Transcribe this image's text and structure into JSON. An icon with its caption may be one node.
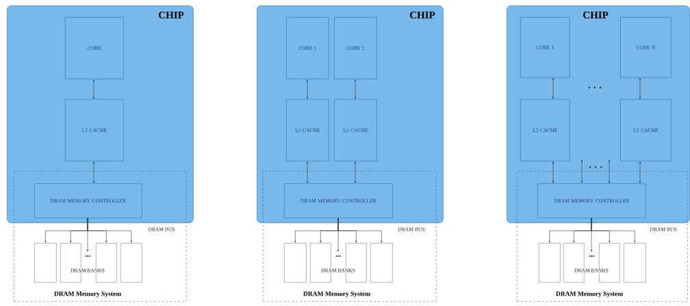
{
  "diagram": {
    "nodes": [
      {
        "text": [
          "CHIP"
        ]
      },
      {
        "text": [
          "CORE"
        ],
        "in": 0
      },
      {
        "text": [
          "L2 CACHE"
        ],
        "in": 0
      },
      {
        "text": [
          "DRAM MEMORY CONTROLLER"
        ]
      },
      {
        "text": [
          "DRAM Memory System"
        ]
      },
      {
        "text": [],
        "shape": "box",
        "in": 4
      },
      {
        "text": [],
        "shape": "box",
        "in": 4
      },
      {
        "text": [],
        "shape": "box",
        "in": 4
      },
      {
        "text": [],
        "shape": "box",
        "in": 4
      },
      {
        "text": [
          "CHIP"
        ]
      },
      {
        "text": [
          "CORE 1"
        ],
        "in": 9
      },
      {
        "text": [
          "CORE 2"
        ],
        "in": 9
      },
      {
        "text": [
          "L2 CACHE"
        ],
        "in": 9
      },
      {
        "text": [
          "L2 CACHE"
        ],
        "in": 9
      },
      {
        "text": [
          "DRAM MEMORY CONTROLLER"
        ]
      },
      {
        "text": [
          "DRAM Memory System"
        ]
      },
      {
        "text": [],
        "shape": "box",
        "in": 15
      },
      {
        "text": [],
        "shape": "box",
        "in": 15
      },
      {
        "text": [],
        "shape": "box",
        "in": 15
      },
      {
        "text": [],
        "shape": "box",
        "in": 15
      },
      {
        "text": [
          "CHIP"
        ]
      },
      {
        "text": [
          "CORE 1"
        ],
        "in": 20
      },
      {
        "text": [
          "CORE N"
        ],
        "in": 20
      },
      {
        "text": [
          "L2 CACHE"
        ],
        "in": 20
      },
      {
        "text": [
          "L2 CACHE"
        ],
        "in": 20
      },
      {
        "text": [
          "DRAM MEMORY CONTROLLER"
        ]
      },
      {
        "text": [
          "DRAM Memory System"
        ]
      },
      {
        "text": [],
        "shape": "box",
        "in": 26
      },
      {
        "text": [],
        "shape": "box",
        "in": 26
      },
      {
        "text": [],
        "shape": "box",
        "in": 26
      },
      {
        "text": [],
        "shape": "box",
        "in": 26
      },
      {
        "text": [
          "..."
        ],
        "in": 4
      },
      {
        "text": [
          "..."
        ],
        "in": 15
      },
      {
        "text": [
          "..."
        ],
        "in": 26
      },
      {
        "text": [
          ". . ."
        ],
        "in": 20
      }
    ],
    "edges": [
      {
        "from": 1,
        "to": 2,
        "arrow": "both"
      },
      {
        "from": 2,
        "to": 3,
        "arrow": "both"
      },
      {
        "from": 3,
        "to": 5,
        "arrow": "to"
      },
      {
        "from": 3,
        "to": 6,
        "arrow": "to"
      },
      {
        "from": 3,
        "to": 7,
        "arrow": "to"
      },
      {
        "from": 3,
        "to": 8,
        "arrow": "to"
      },
      {
        "from": 3,
        "to": 31,
        "arrow": "both"
      },
      {
        "from": 10,
        "to": 12,
        "arrow": "both"
      },
      {
        "from": 11,
        "to": 13,
        "arrow": "both"
      },
      {
        "from": 12,
        "to": 14,
        "arrow": "both"
      },
      {
        "from": 13,
        "to": 14,
        "arrow": "both"
      },
      {
        "from": 14,
        "to": 16,
        "arrow": "to"
      },
      {
        "from": 14,
        "to": 17,
        "arrow": "to"
      },
      {
        "from": 14,
        "to": 18,
        "arrow": "to"
      },
      {
        "from": 14,
        "to": 19,
        "arrow": "to"
      },
      {
        "from": 14,
        "to": 32,
        "arrow": "both"
      },
      {
        "from": 21,
        "to": 23,
        "arrow": "both"
      },
      {
        "from": 22,
        "to": 24,
        "arrow": "both"
      },
      {
        "from": 23,
        "to": 25,
        "arrow": "both"
      },
      {
        "from": 34,
        "to": 25,
        "arrow": "both"
      },
      {
        "from": 34,
        "to": 25,
        "arrow": "both"
      },
      {
        "from": 24,
        "to": 25,
        "arrow": "both"
      },
      {
        "from": 25,
        "to": 27,
        "arrow": "to"
      },
      {
        "from": 25,
        "to": 28,
        "arrow": "to"
      },
      {
        "from": 25,
        "to": 29,
        "arrow": "to"
      },
      {
        "from": 25,
        "to": 30,
        "arrow": "to"
      },
      {
        "from": 25,
        "to": 33,
        "arrow": "both"
      }
    ],
    "labels": [
      "DRAM BUS",
      "DRAM BANKS",
      "DRAM BUS",
      "DRAM BANKS",
      ". . .",
      "DRAM BUS",
      "DRAM BANKS"
    ]
  }
}
